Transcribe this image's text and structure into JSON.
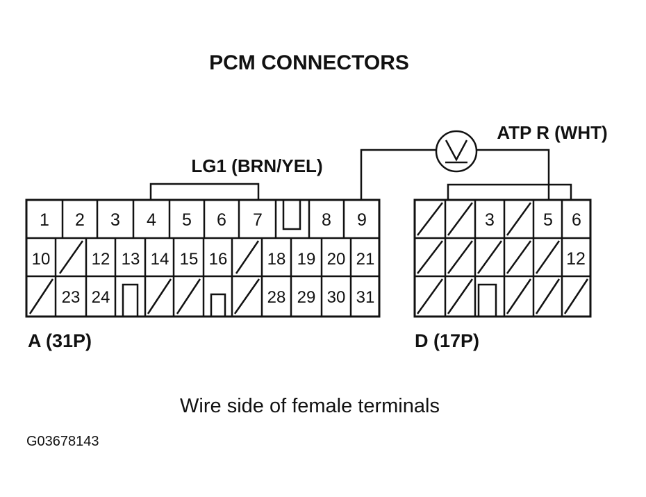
{
  "title": "PCM CONNECTORS",
  "wire_labels": {
    "lg1": "LG1 (BRN/YEL)",
    "atp": "ATP R (WHT)"
  },
  "connector_a": {
    "label": "A (31P)",
    "row1": [
      "1",
      "2",
      "3",
      "4",
      "5",
      "6",
      "7",
      "8",
      "9"
    ],
    "row2": [
      "10",
      "12",
      "13",
      "14",
      "15",
      "16",
      "18",
      "19",
      "20",
      "21"
    ],
    "row3": [
      "23",
      "24",
      "28",
      "29",
      "30",
      "31"
    ]
  },
  "connector_d": {
    "label": "D (17P)",
    "pins": [
      "3",
      "5",
      "6",
      "12"
    ]
  },
  "caption": "Wire side of female terminals",
  "figure_code": "G03678143"
}
